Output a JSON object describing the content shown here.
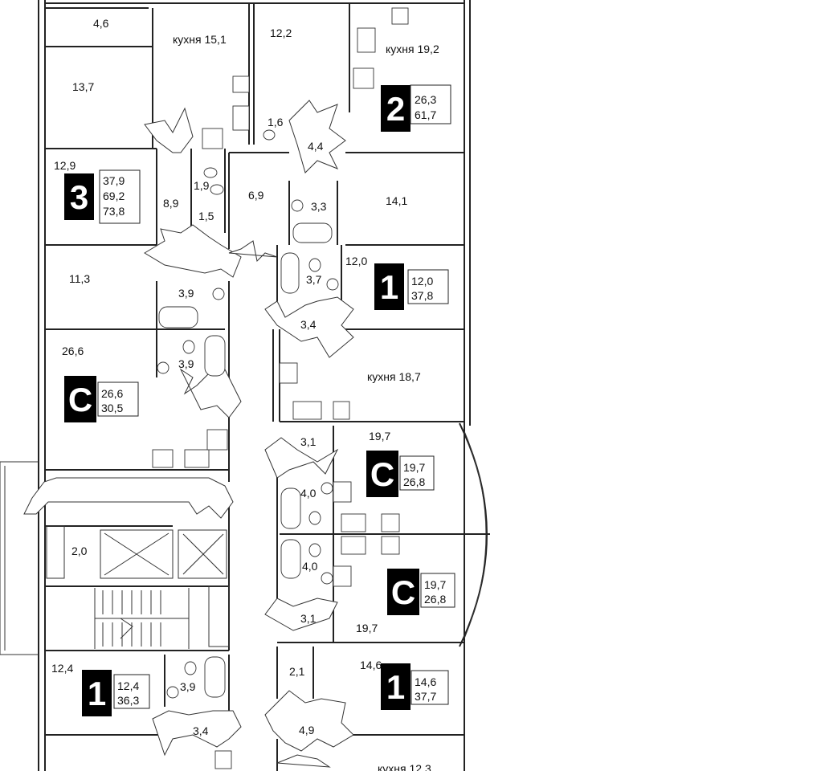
{
  "plan": {
    "rooms": [
      {
        "id": "r1",
        "label": "4,6"
      },
      {
        "id": "r2",
        "label": "кухня 15,1"
      },
      {
        "id": "r3",
        "label": "12,2"
      },
      {
        "id": "r4",
        "label": "кухня 19,2"
      },
      {
        "id": "r5",
        "label": "13,7"
      },
      {
        "id": "r6",
        "label": "1,6"
      },
      {
        "id": "r7",
        "label": "4,4"
      },
      {
        "id": "r8",
        "label": "12,9"
      },
      {
        "id": "r9",
        "label": "1,9"
      },
      {
        "id": "r10",
        "label": "8,9"
      },
      {
        "id": "r11",
        "label": "6,9"
      },
      {
        "id": "r12",
        "label": "3,3"
      },
      {
        "id": "r13",
        "label": "14,1"
      },
      {
        "id": "r14",
        "label": "1,5"
      },
      {
        "id": "r15",
        "label": "12,0"
      },
      {
        "id": "r16",
        "label": "11,3"
      },
      {
        "id": "r17",
        "label": "3,7"
      },
      {
        "id": "r18",
        "label": "3,9"
      },
      {
        "id": "r19",
        "label": "3,4"
      },
      {
        "id": "r20",
        "label": "26,6"
      },
      {
        "id": "r21",
        "label": "кухня 18,7"
      },
      {
        "id": "r22",
        "label": "3,9"
      },
      {
        "id": "r23",
        "label": "3,1"
      },
      {
        "id": "r24",
        "label": "19,7"
      },
      {
        "id": "r25",
        "label": "4,0"
      },
      {
        "id": "r26",
        "label": "2,0"
      },
      {
        "id": "r27",
        "label": "4,0"
      },
      {
        "id": "r28",
        "label": "3,1"
      },
      {
        "id": "r29",
        "label": "19,7"
      },
      {
        "id": "r30",
        "label": "12,4"
      },
      {
        "id": "r31",
        "label": "14,6"
      },
      {
        "id": "r32",
        "label": "2,1"
      },
      {
        "id": "r33",
        "label": "3,9"
      },
      {
        "id": "r34",
        "label": "3,4"
      },
      {
        "id": "r35",
        "label": "4,9"
      },
      {
        "id": "r36",
        "label": "кухня 12,3"
      }
    ],
    "apartments": [
      {
        "id": "a1",
        "type": "2",
        "values": [
          "26,3",
          "61,7"
        ]
      },
      {
        "id": "a2",
        "type": "3",
        "values": [
          "37,9",
          "69,2",
          "73,8"
        ]
      },
      {
        "id": "a3",
        "type": "1",
        "values": [
          "12,0",
          "37,8"
        ]
      },
      {
        "id": "a4",
        "type": "С",
        "values": [
          "26,6",
          "30,5"
        ]
      },
      {
        "id": "a5",
        "type": "С",
        "values": [
          "19,7",
          "26,8"
        ]
      },
      {
        "id": "a6",
        "type": "С",
        "values": [
          "19,7",
          "26,8"
        ]
      },
      {
        "id": "a7",
        "type": "1",
        "values": [
          "12,4",
          "36,3"
        ]
      },
      {
        "id": "a8",
        "type": "1",
        "values": [
          "14,6",
          "37,7"
        ]
      }
    ]
  }
}
